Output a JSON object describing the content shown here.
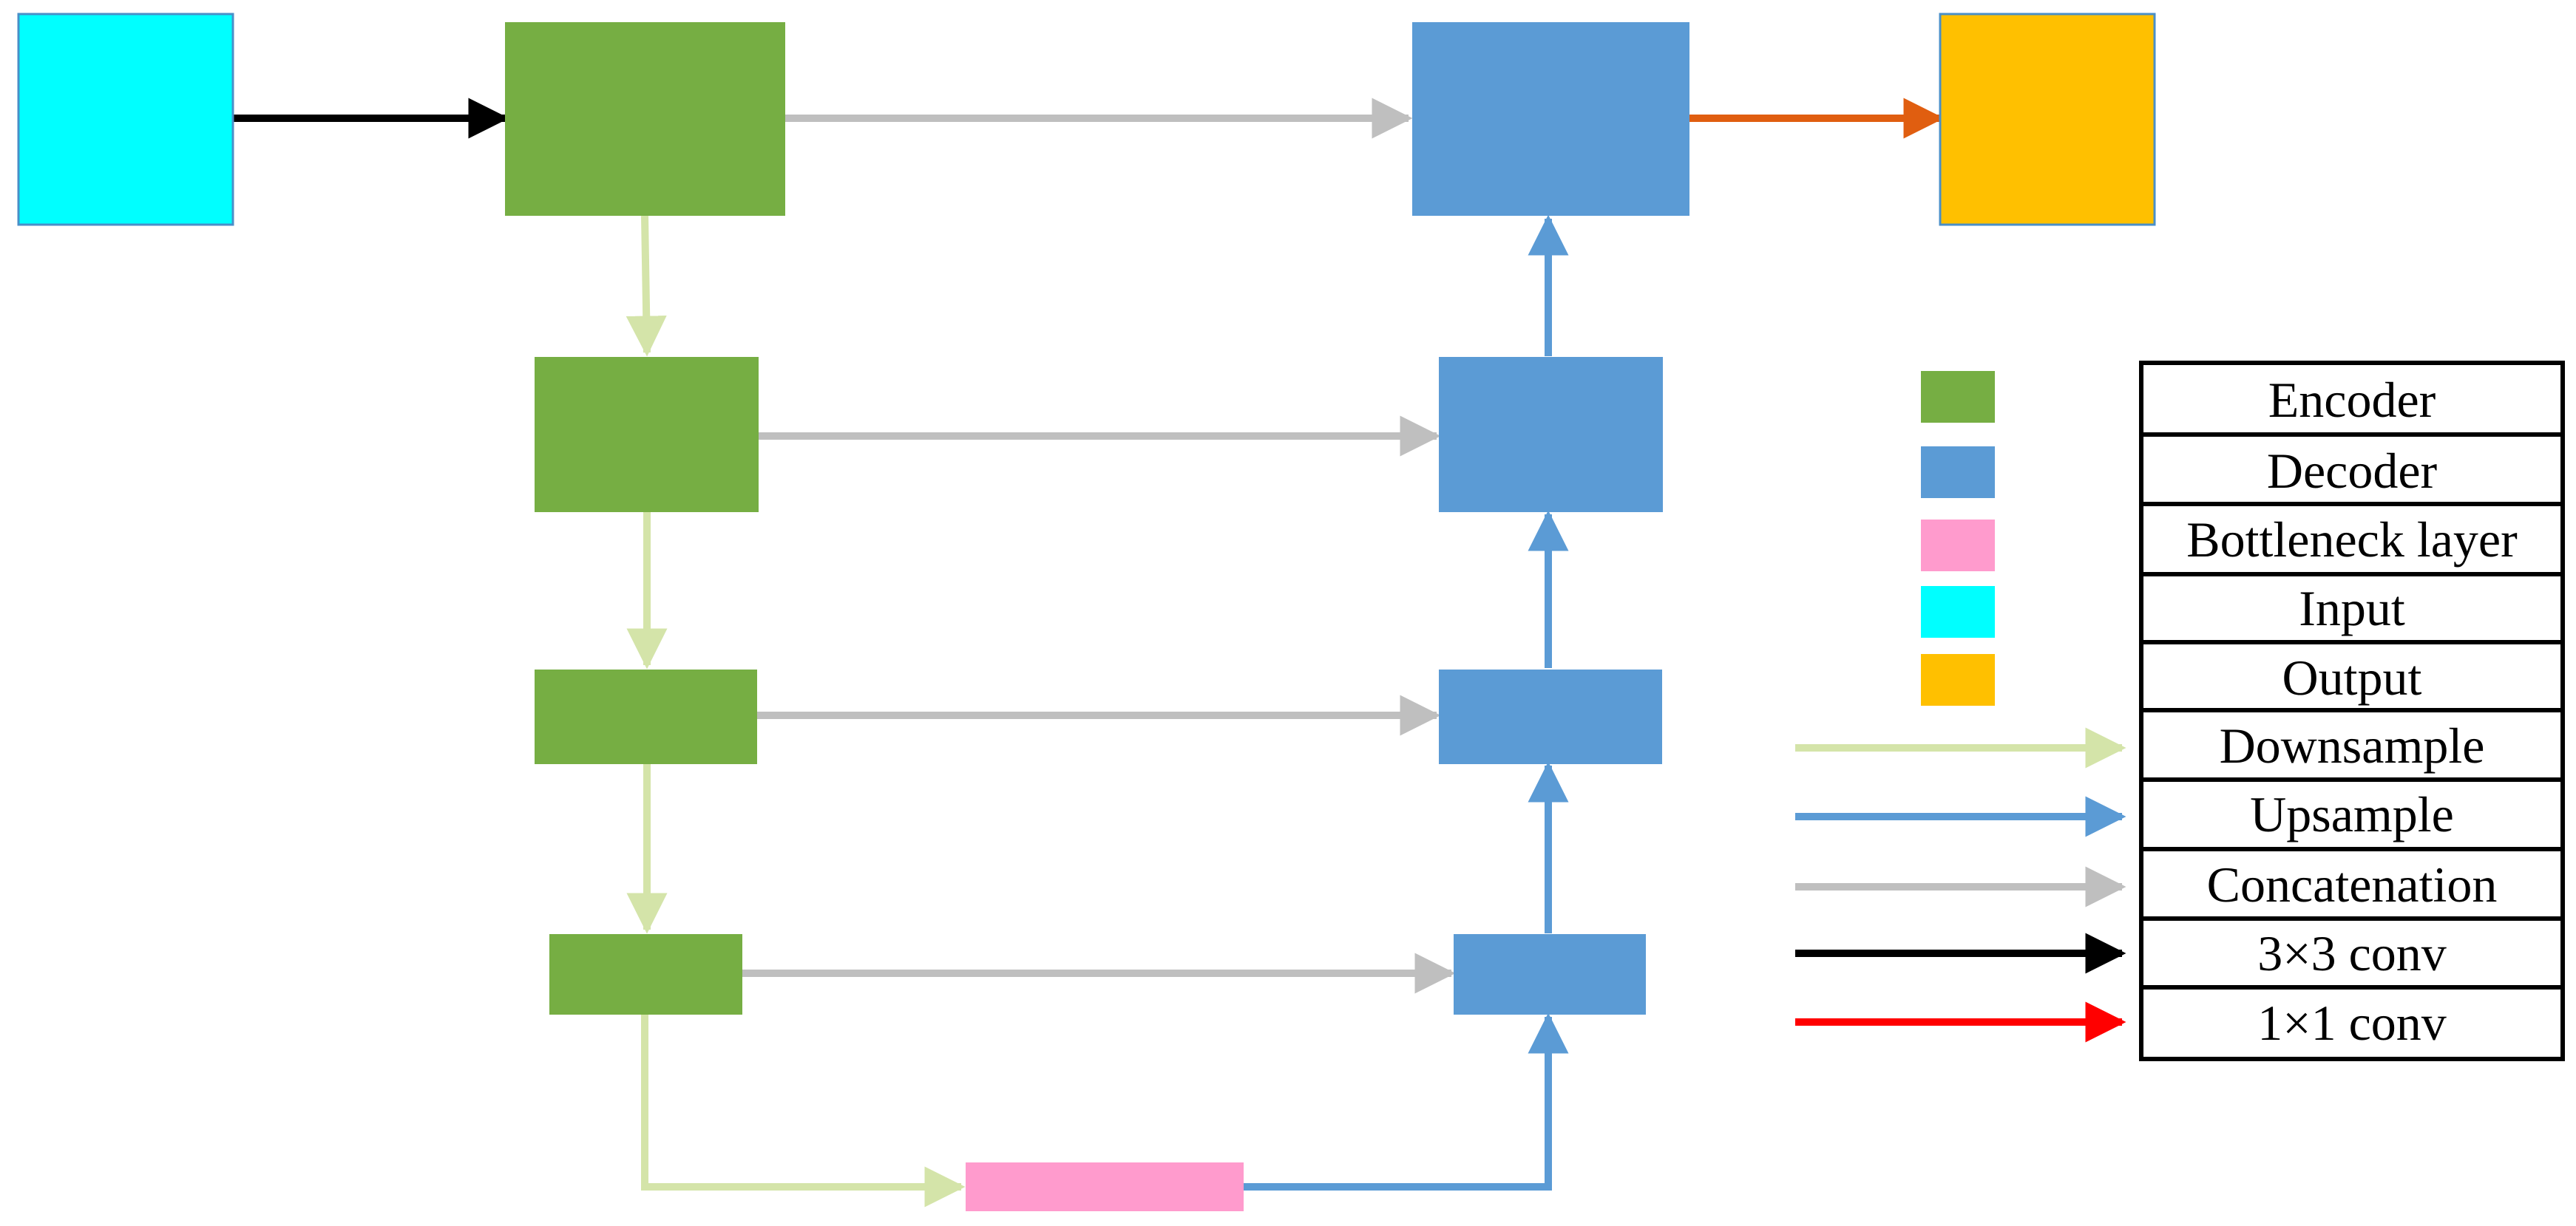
{
  "colors": {
    "encoder": "#76AE43",
    "decoder": "#5B9BD5",
    "bottleneck": "#FF9BCD",
    "input": "#00FFFF",
    "output": "#FFC000",
    "downsample": "#D4E4A9",
    "upsample": "#5B9BD5",
    "concatenation": "#BFBFBF",
    "conv3x3": "#000000",
    "conv1x1_legend": "#FF0000",
    "conv1x1_diagram": "#E05E10"
  },
  "legend": {
    "encoder": "Encoder",
    "decoder": "Decoder",
    "bottleneck": "Bottleneck layer",
    "input": "Input",
    "output": "Output",
    "downsample": "Downsample",
    "upsample": "Upsample",
    "concatenation": "Concatenation",
    "conv3x3": "3×3 conv",
    "conv1x1": "1×1 conv"
  }
}
